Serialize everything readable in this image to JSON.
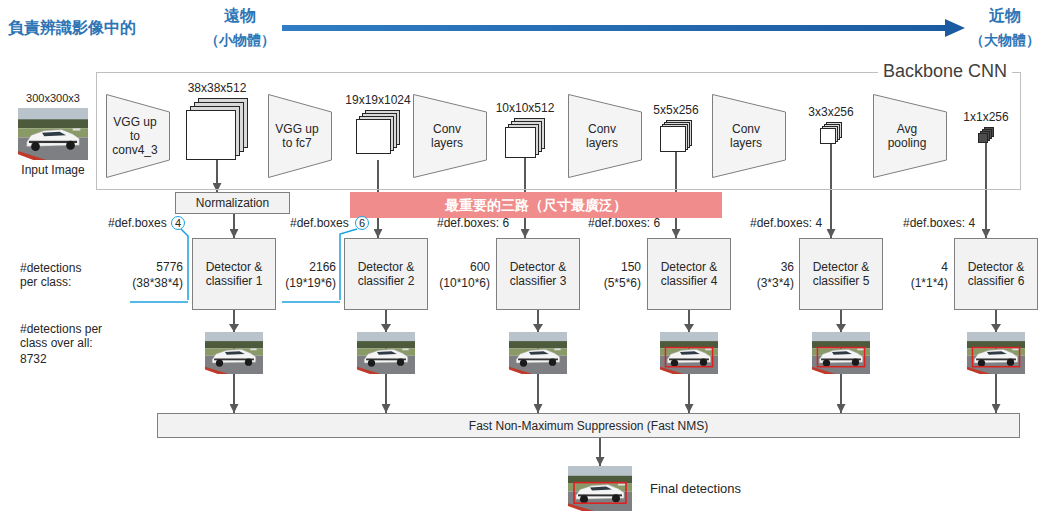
{
  "diagram": {
    "nodes": [
      {
        "text": [
          "Backbone CNN"
        ]
      },
      {
        "text": [
          "300x300x3",
          "Input Image"
        ]
      },
      {
        "text": [
          "VGG up to conv4_3"
        ],
        "in": 0
      },
      {
        "text": [
          "38x38x512"
        ],
        "in": 0
      },
      {
        "text": [
          "VGG up to fc7"
        ],
        "in": 0
      },
      {
        "text": [
          "19x19x1024"
        ],
        "in": 0
      },
      {
        "text": [
          "Conv layers"
        ],
        "in": 0
      },
      {
        "text": [
          "10x10x512"
        ],
        "in": 0
      },
      {
        "text": [
          "Conv layers"
        ],
        "in": 0
      },
      {
        "text": [
          "5x5x256"
        ],
        "in": 0
      },
      {
        "text": [
          "Conv layers"
        ],
        "in": 0
      },
      {
        "text": [
          "3x3x256"
        ],
        "in": 0
      },
      {
        "text": [
          "Avg pooling"
        ],
        "in": 0
      },
      {
        "text": [
          "1x1x256"
        ],
        "in": 0
      },
      {
        "text": [
          "Normalization"
        ]
      },
      {
        "text": [
          "最重要的三路（尺寸最廣泛）"
        ]
      },
      {
        "text": [
          "Detector & classifier 1"
        ]
      },
      {
        "text": [
          "Detector & classifier 2"
        ]
      },
      {
        "text": [
          "Detector & classifier 3"
        ]
      },
      {
        "text": [
          "Detector & classifier 4"
        ]
      },
      {
        "text": [
          "Detector & classifier 5"
        ]
      },
      {
        "text": [
          "Detector & classifier 6"
        ]
      },
      {
        "text": [
          "Fast Non-Maximum Suppression (Fast NMS)"
        ]
      },
      {
        "text": [
          "Final detections"
        ]
      }
    ],
    "edges": [
      {
        "from": 3,
        "to": 14,
        "arrow": "to"
      },
      {
        "from": 14,
        "to": 16,
        "arrow": "to"
      },
      {
        "from": 5,
        "to": 17,
        "arrow": "to"
      },
      {
        "from": 7,
        "to": 18,
        "arrow": "to"
      },
      {
        "from": 9,
        "to": 19,
        "arrow": "to"
      },
      {
        "from": 11,
        "to": 20,
        "arrow": "to"
      },
      {
        "from": 13,
        "to": 21,
        "arrow": "to"
      },
      {
        "from": 16,
        "to": 22,
        "arrow": "to"
      },
      {
        "from": 17,
        "to": 22,
        "arrow": "to"
      },
      {
        "from": 18,
        "to": 22,
        "arrow": "to"
      },
      {
        "from": 19,
        "to": 22,
        "arrow": "to"
      },
      {
        "from": 20,
        "to": 22,
        "arrow": "to"
      },
      {
        "from": 21,
        "to": 22,
        "arrow": "to"
      },
      {
        "from": 22,
        "to": 23,
        "arrow": "to"
      }
    ],
    "labels": [
      "負責辨識影像中的",
      "遠物",
      "（小物體）",
      "近物",
      "（大物體）",
      "#def.boxes",
      "4",
      "#def.boxes",
      "6",
      "#def.boxes: 6",
      "#def.boxes: 6",
      "#def.boxes: 4",
      "#def.boxes: 4",
      "#detections per class:",
      "5776",
      "(38*38*4)",
      "2166",
      "(19*19*6)",
      "600",
      "(10*10*6)",
      "150",
      "(5*5*6)",
      "36",
      "(3*3*4)",
      "4",
      "(1*1*4)",
      "#detections per class over all:",
      "8732"
    ]
  }
}
